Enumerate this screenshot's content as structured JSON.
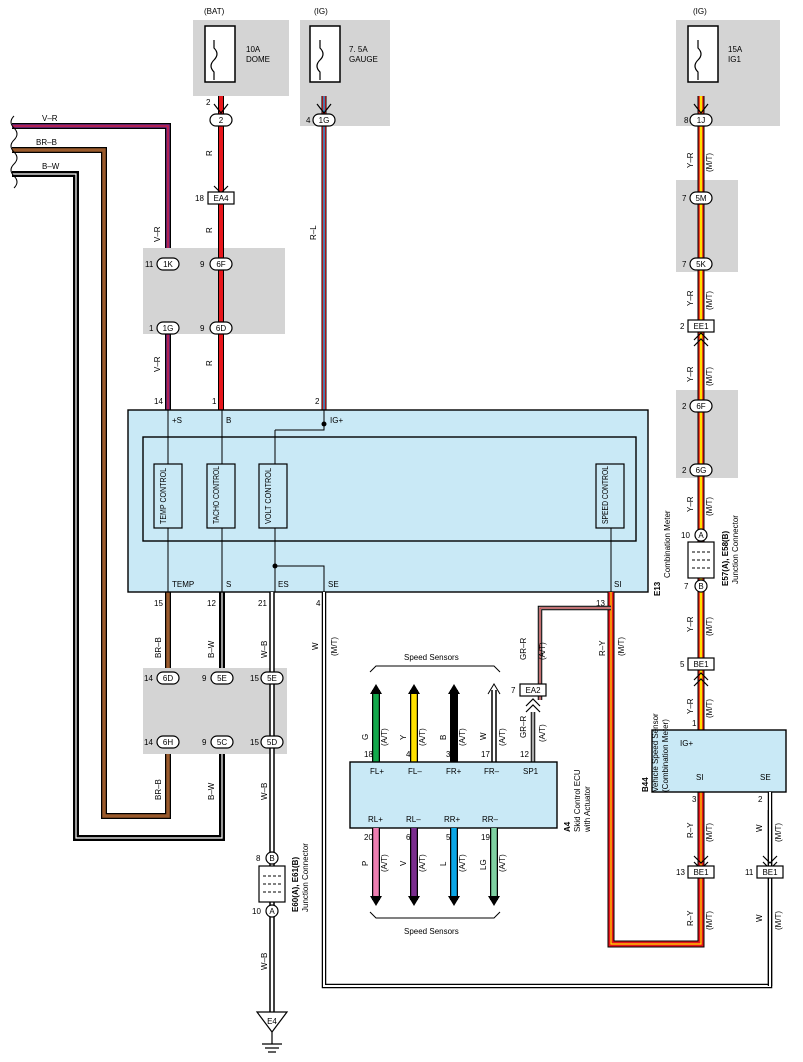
{
  "colors": {
    "ecu_fill": "#c9e9f6",
    "splice_fill": "#d4d4d4",
    "red": "#e8161b",
    "violet": "#7b2d8e",
    "brown": "#9a5a2c",
    "yellow": "#ffe100",
    "green": "#12a84b",
    "blue": "#0aa6e6",
    "pink": "#ee7eb1",
    "lightgreen": "#7fd1a2"
  },
  "fuses": {
    "bat": {
      "source": "(BAT)",
      "rating": "10A",
      "name": "DOME",
      "pin": "2",
      "conn": "2"
    },
    "ig_gauge": {
      "source": "(IG)",
      "rating": "7. 5A",
      "name": "GAUGE",
      "pin": "4",
      "conn": "1G"
    },
    "ig1": {
      "source": "(IG)",
      "rating": "15A",
      "name": "IG1",
      "pin": "8",
      "conn": "1J"
    }
  },
  "left_wires": [
    "V–R",
    "BR–B",
    "B–W"
  ],
  "wire_labels": {
    "r": "R",
    "rl": "R–L",
    "vr": "V–R",
    "yr": "Y–R",
    "mt": "(M/T)",
    "at": "(A/T)",
    "brb": "BR–B",
    "bw": "B–W",
    "wb": "W–B",
    "w": "W",
    "grr": "GR–R",
    "ry": "R–Y"
  },
  "connectors": {
    "ea4": {
      "pin": "18",
      "id": "EA4"
    },
    "c1k": {
      "pin": "11",
      "id": "1K"
    },
    "c1g": {
      "pin": "1",
      "id": "1G"
    },
    "c6f_top": {
      "pin": "9",
      "id": "6F"
    },
    "c6d_top": {
      "pin": "9",
      "id": "6D"
    },
    "c5m": {
      "pin": "7",
      "id": "5M"
    },
    "c5k": {
      "pin": "7",
      "id": "5K"
    },
    "ee1": {
      "pin": "2",
      "id": "EE1"
    },
    "c6f_r": {
      "pin": "2",
      "id": "6F"
    },
    "c6g": {
      "pin": "2",
      "id": "6G"
    },
    "c6d_b": {
      "pin": "14",
      "id": "6D"
    },
    "c6h": {
      "pin": "14",
      "id": "6H"
    },
    "c5e_1": {
      "pin": "9",
      "id": "5E"
    },
    "c5c": {
      "pin": "9",
      "id": "5C"
    },
    "c5e_2": {
      "pin": "15",
      "id": "5E"
    },
    "c5d": {
      "pin": "15",
      "id": "5D"
    },
    "ea2": {
      "pin": "7",
      "id": "EA2"
    },
    "be1_top": {
      "pin": "5",
      "id": "BE1"
    },
    "be1_l": {
      "pin": "13",
      "id": "BE1"
    },
    "be1_r": {
      "pin": "11",
      "id": "BE1"
    }
  },
  "meter": {
    "code": "E13",
    "name": "Combination Meter",
    "pins_top": [
      {
        "n": "14",
        "t": "+S"
      },
      {
        "n": "1",
        "t": "B"
      },
      {
        "n": "2",
        "t": "IG+"
      }
    ],
    "pins_bottom": [
      {
        "n": "15",
        "t": "TEMP"
      },
      {
        "n": "12",
        "t": "S"
      },
      {
        "n": "21",
        "t": "ES"
      },
      {
        "n": "4",
        "t": "SE"
      },
      {
        "n": "13",
        "t": "SI"
      }
    ],
    "blocks": [
      "TEMP CONTROL",
      "TACHO CONTROL",
      "VOLT CONTROL",
      "SPEED CONTROL"
    ]
  },
  "jc_top": {
    "code": "E57(A), E58(B)",
    "name": "Junction Connector",
    "pin_a": "10",
    "a": "A",
    "pin_b": "7",
    "b": "B"
  },
  "jc_bottom": {
    "code": "E60(A), E61(B)",
    "name": "Junction Connector",
    "pin_b": "8",
    "b": "B",
    "pin_a": "10",
    "a": "A"
  },
  "ecu": {
    "code": "A4",
    "name": "Skid Control ECU",
    "name2": "with Actuator",
    "top": [
      {
        "n": "18",
        "t": "FL+",
        "w": "G",
        "tag": "(A/T)"
      },
      {
        "n": "4",
        "t": "FL–",
        "w": "Y",
        "tag": "(A/T)"
      },
      {
        "n": "3",
        "t": "FR+",
        "w": "B",
        "tag": "(A/T)"
      },
      {
        "n": "17",
        "t": "FR–",
        "w": "W",
        "tag": "(A/T)"
      },
      {
        "n": "12",
        "t": "SP1",
        "w": "",
        "tag": ""
      }
    ],
    "bottom": [
      {
        "n": "20",
        "t": "RL+",
        "w": "P",
        "tag": "(A/T)"
      },
      {
        "n": "6",
        "t": "RL–",
        "w": "V",
        "tag": "(A/T)"
      },
      {
        "n": "5",
        "t": "RR+",
        "w": "L",
        "tag": "(A/T)"
      },
      {
        "n": "19",
        "t": "RR–",
        "w": "LG",
        "tag": "(A/T)"
      }
    ],
    "sensors_label": "Speed Sensors"
  },
  "vss": {
    "code": "B44",
    "name": "Vehicle Speed Sensor",
    "name2": "(Combination Meter)",
    "pin_top": "1",
    "t_top": "IG+",
    "pin_si": "3",
    "t_si": "SI",
    "pin_se": "2",
    "t_se": "SE"
  },
  "ground": {
    "id": "E4"
  }
}
